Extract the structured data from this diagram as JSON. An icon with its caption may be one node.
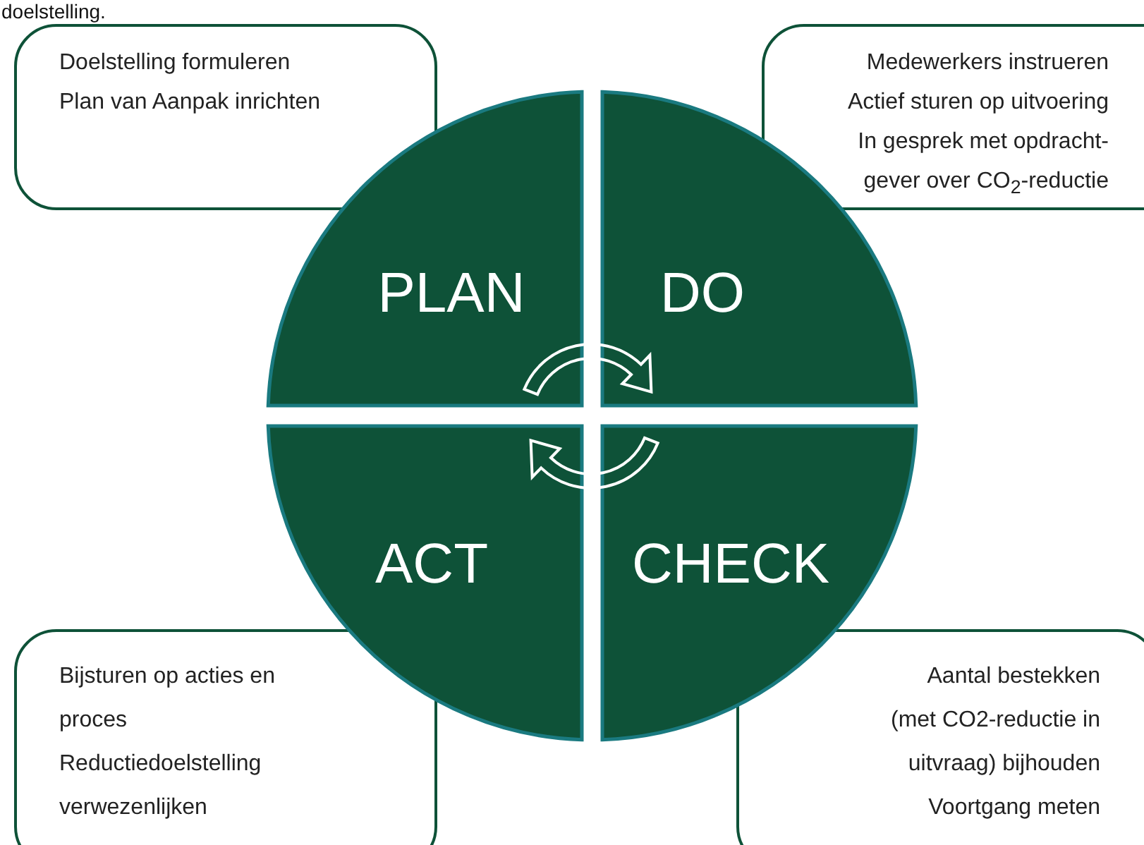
{
  "diagram": {
    "nodes": [
      {
        "text": [
          "Doelstelling formuleren",
          "Plan van Aanpak inrichten"
        ]
      },
      {
        "text": [
          "Medewerkers instrueren",
          "Actief sturen op uitvoering",
          "In gesprek met opdracht-gever over CO$_{2}$-reductie"
        ]
      },
      {
        "text": [
          "PLAN"
        ]
      },
      {
        "text": [
          "DO"
        ]
      },
      {
        "text": [
          "ACT"
        ]
      },
      {
        "text": [
          "CHECK"
        ]
      },
      {
        "text": [
          "Bijsturen op acties en proces",
          "Reductiedoelstelling verwezenlijken"
        ]
      },
      {
        "text": [
          "Aantal bestekken (met CO2-reductie in uitvraag) bijhouden",
          "Voortgang meten"
        ]
      }
    ],
    "edges": [
      {
        "from": 2,
        "to": 3,
        "arrow": "to"
      },
      {
        "from": 5,
        "to": 4,
        "arrow": "to"
      }
    ],
    "labels": [
      "doelstelling."
    ]
  }
}
